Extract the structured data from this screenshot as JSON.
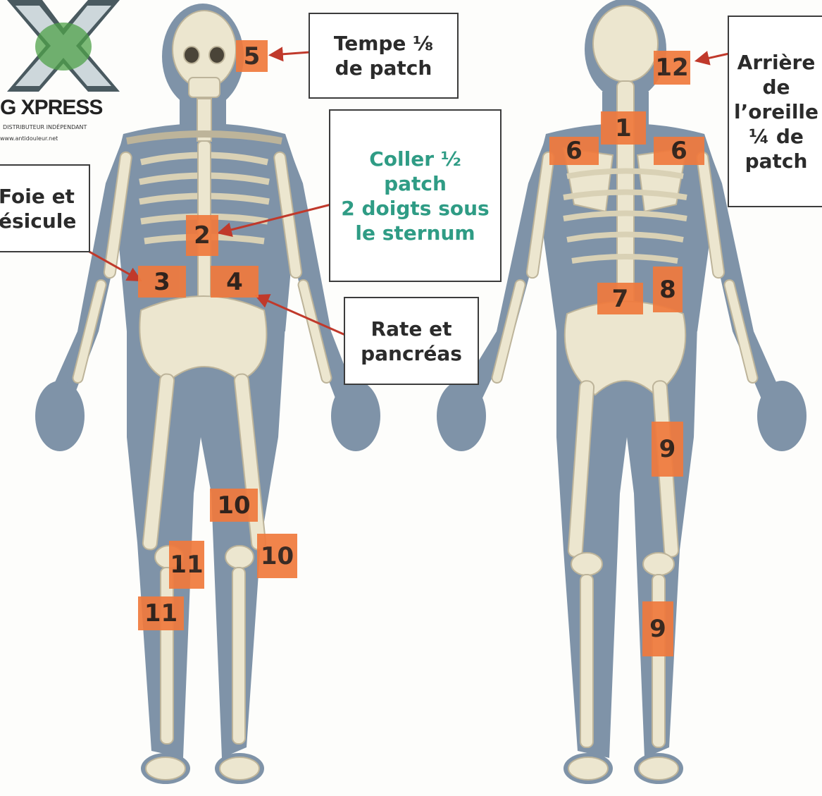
{
  "logo": {
    "brand": "G XPRESS",
    "tagline": "DISTRIBUTEUR INDÉPENDANT",
    "url": "www.antidouleur.net"
  },
  "callouts": {
    "tempe": [
      "Tempe ⅛",
      "de patch"
    ],
    "coller": [
      "Coller ½",
      "patch",
      "2 doigts sous",
      "le sternum"
    ],
    "foie": [
      "Foie et",
      "ésicule"
    ],
    "rate": [
      "Rate et",
      "pancréas"
    ],
    "arriere": [
      "Arrière",
      "de",
      "l’oreille",
      "¼ de",
      "patch"
    ]
  },
  "markers": {
    "m1": "1",
    "m2": "2",
    "m3": "3",
    "m4": "4",
    "m5": "5",
    "m6a": "6",
    "m6b": "6",
    "m7": "7",
    "m8": "8",
    "m9a": "9",
    "m9b": "9",
    "m10a": "10",
    "m10b": "10",
    "m11a": "11",
    "m11b": "11",
    "m12": "12"
  },
  "colors": {
    "marker": "#f07a3d",
    "body": "#7f93a8",
    "bone": "#ece6cf",
    "arrow": "#c0392b",
    "callout_green": "#2f9c85"
  }
}
